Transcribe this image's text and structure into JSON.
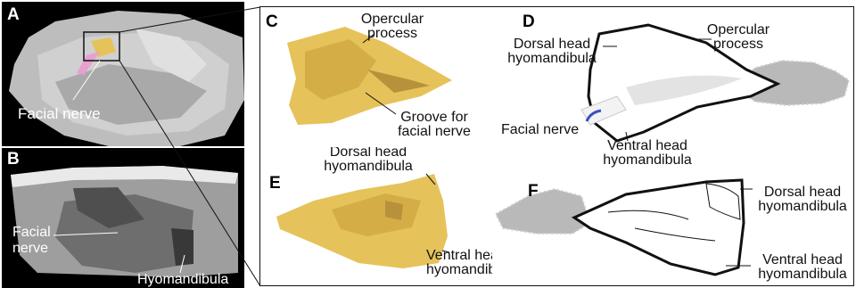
{
  "panels": {
    "A": {
      "letter": "A",
      "facial_nerve": "Facial nerve"
    },
    "B": {
      "letter": "B",
      "facial_nerve_l1": "Facial",
      "facial_nerve_l2": "nerve",
      "hyomandibula": "Hyomandibula"
    },
    "C": {
      "letter": "C",
      "opercular_l1": "Opercular",
      "opercular_l2": "process",
      "groove_l1": "Groove for",
      "groove_l2": "facial nerve"
    },
    "D": {
      "letter": "D",
      "dorsal_l1": "Dorsal head",
      "dorsal_l2": "hyomandibula",
      "opercular_l1": "Opercular",
      "opercular_l2": "process",
      "facial_nerve": "Facial nerve",
      "ventral_l1": "Ventral head",
      "ventral_l2": "hyomandibula"
    },
    "E": {
      "letter": "E",
      "dorsal_l1": "Dorsal head",
      "dorsal_l2": "hyomandibula",
      "ventral_l1": "Ventral head",
      "ventral_l2": "hyomandibula"
    },
    "F": {
      "letter": "F",
      "dorsal_l1": "Dorsal head",
      "dorsal_l2": "hyomandibula",
      "ventral_l1": "Ventral head",
      "ventral_l2": "hyomandibula"
    }
  },
  "colors": {
    "bone": "#e6c25a",
    "bone_dark": "#b8923a",
    "nerve": "#3a4fc0",
    "nerve_pink": "#e7a0d0",
    "cartilage_gray": "#b9b9b9"
  }
}
